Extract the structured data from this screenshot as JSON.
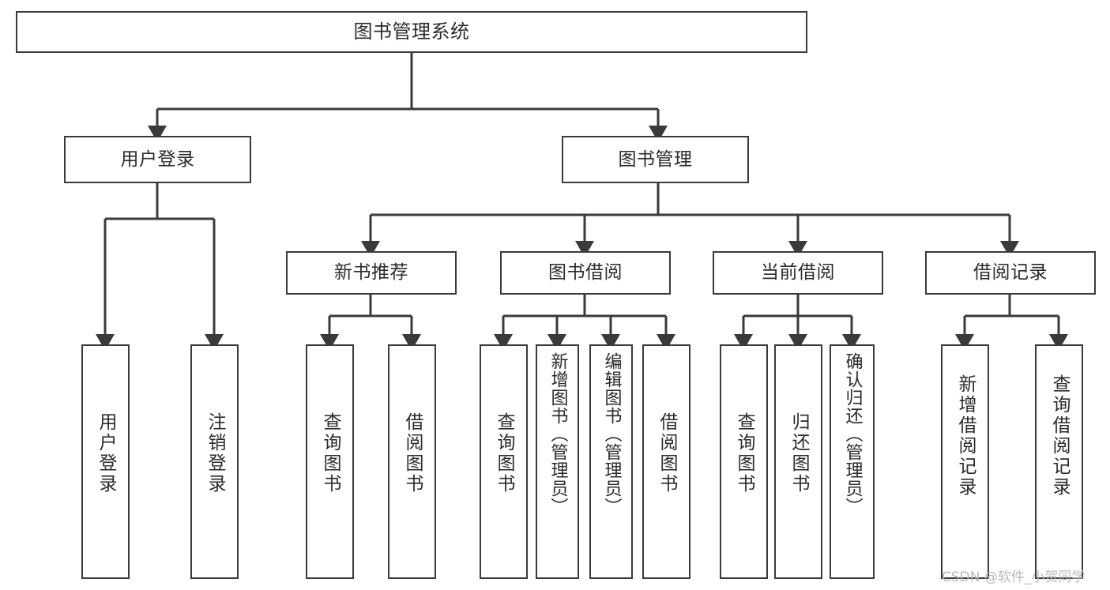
{
  "diagram": {
    "title": "图书管理系统",
    "root": {
      "label": "图书管理系统"
    },
    "level2": [
      {
        "label": "用户登录"
      },
      {
        "label": "图书管理"
      }
    ],
    "level3": [
      {
        "label": "新书推荐"
      },
      {
        "label": "图书借阅"
      },
      {
        "label": "当前借阅"
      },
      {
        "label": "借阅记录"
      }
    ],
    "leaves": {
      "user_login": [
        {
          "label": "用户登录"
        },
        {
          "label": "注销登录"
        }
      ],
      "new_book_recommend": [
        {
          "label": "查询图书"
        },
        {
          "label": "借阅图书"
        }
      ],
      "book_borrow": [
        {
          "label": "查询图书"
        },
        {
          "label": "新增图书（管理员）"
        },
        {
          "label": "编辑图书（管理员）"
        },
        {
          "label": "借阅图书"
        }
      ],
      "current_borrow": [
        {
          "label": "查询图书"
        },
        {
          "label": "归还图书"
        },
        {
          "label": "确认归还（管理员）"
        }
      ],
      "borrow_record": [
        {
          "label": "新增借阅记录"
        },
        {
          "label": "查询借阅记录"
        }
      ]
    }
  },
  "watermark": {
    "text": "CSDN @软件_小贺同学"
  },
  "colors": {
    "stroke": "#3a3a3a",
    "text": "#2b2b2b",
    "background": "#ffffff",
    "watermark": "#b9b9b9"
  }
}
